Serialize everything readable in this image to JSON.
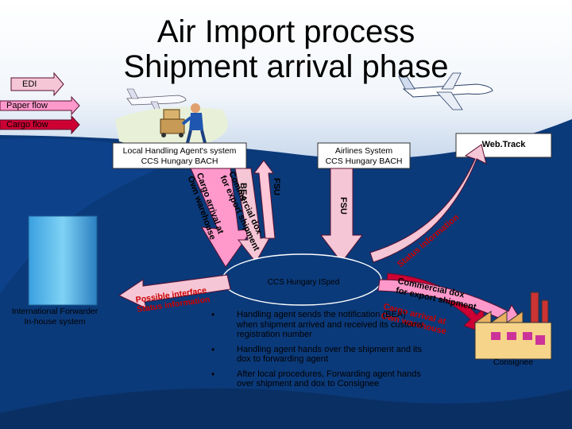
{
  "title": {
    "line1": "Air Import process",
    "line2": "Shipment arrival phase"
  },
  "legend": {
    "edi": "EDI",
    "paper": "Paper flow",
    "cargo": "Cargo flow"
  },
  "systems": {
    "local_line1": "Local Handling Agent's system",
    "local_line2": "CCS Hungary BACH",
    "airlines_line1": "Airlines System",
    "airlines_line2": "CCS Hungary BACH",
    "webtrack": "Web.Track",
    "ispeed": "CCS Hungary ISped",
    "forwarder_line1": "International Forwarder",
    "forwarder_line2": "In-house system",
    "consignee": "Consignee"
  },
  "arrow_labels": {
    "fsu_left": "FSU",
    "bea": "BEA",
    "fsu_right": "FSU",
    "status_info": "Status information",
    "commercial_dox": "Commercial dox",
    "for_export_shipment": "for export shipment",
    "cargo_arrival": "Cargo arrival at",
    "own_warehouse": "Own warehouse",
    "possible_interface": "Possible interface",
    "status_information": "Status information"
  },
  "bullets": [
    "Handling agent sends the notification (BEA) when shipment arrived and received its customs registration number",
    "Handling agent hands over the shipment and its dox to forwarding agent",
    "After local procedures, Forwarding agent hands over shipment and dox to Consignee"
  ],
  "colors": {
    "background": "#0b3a7a",
    "sky": "#ffffff",
    "edi_arrow": "#f5c6d6",
    "paper_arrow": "#ff99cc",
    "cargo_arrow": "#cc0033",
    "box_fill": "#ffffff",
    "label_red": "#cc0000"
  },
  "icons": {
    "airplane_small": "airplane-icon",
    "airplane_large": "airplane-icon",
    "worker": "cargo-worker-icon",
    "factory": "factory-icon",
    "forwarder_building": "forwarder-building-icon"
  }
}
